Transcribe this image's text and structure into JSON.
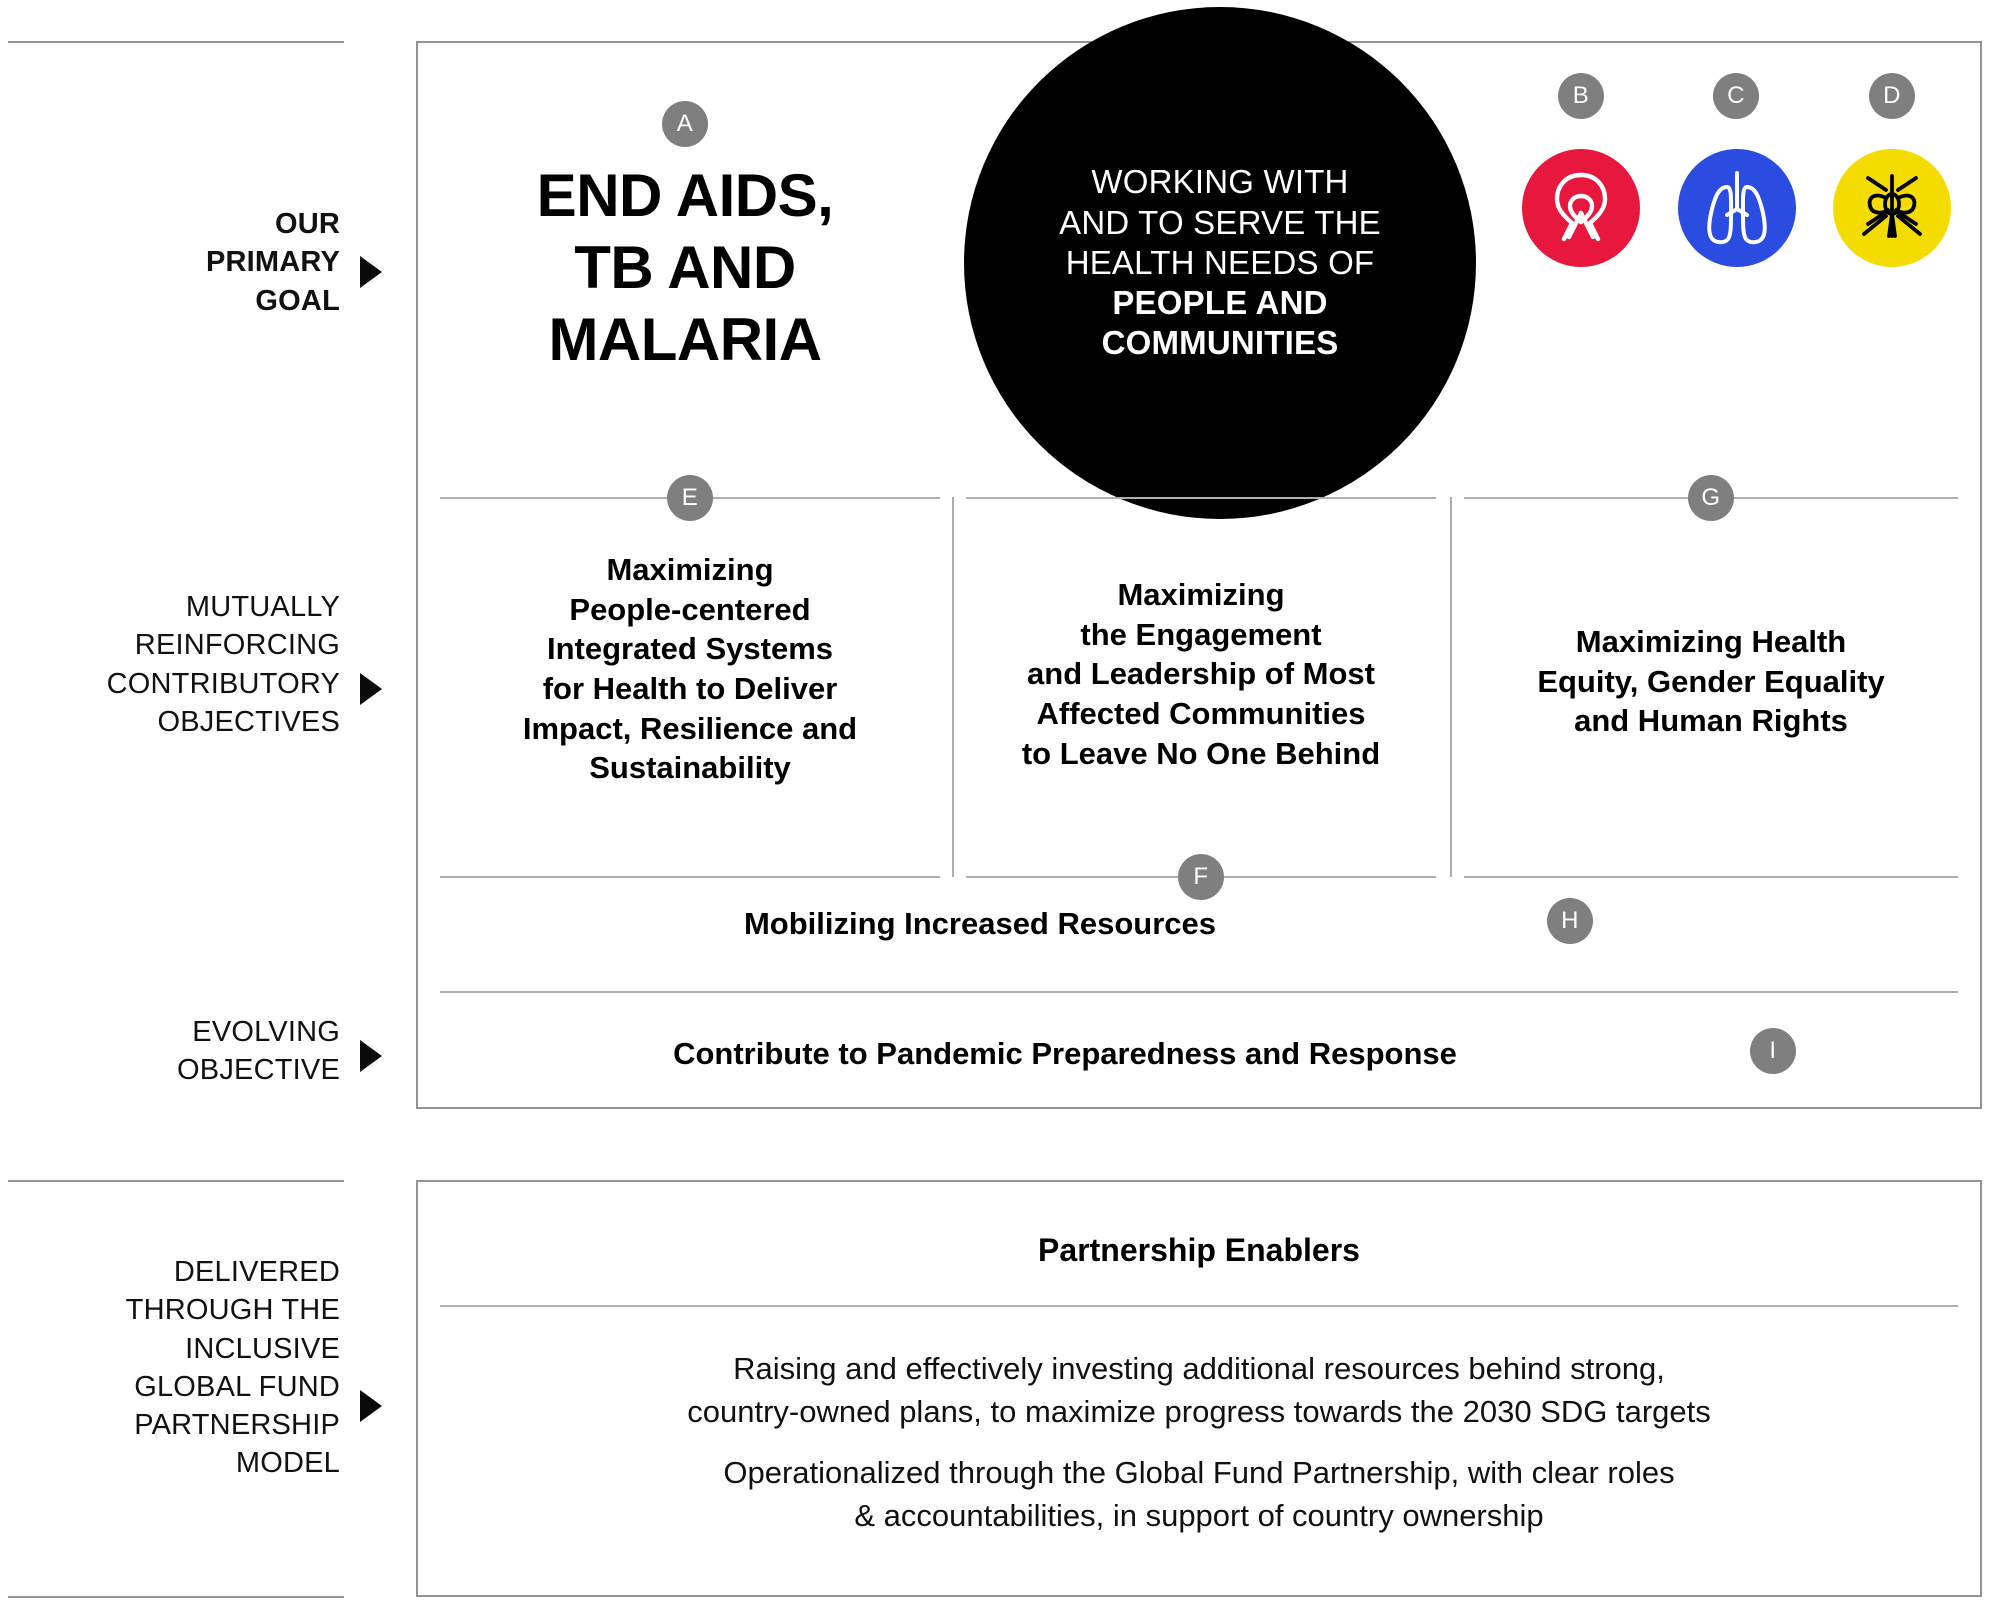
{
  "rows": {
    "primary_goal_label": [
      "OUR",
      "PRIMARY",
      "GOAL"
    ],
    "objectives_label": [
      "MUTUALLY",
      "REINFORCING",
      "CONTRIBUTORY",
      "OBJECTIVES"
    ],
    "evolving_label": [
      "EVOLVING",
      "OBJECTIVE"
    ],
    "delivered_label": [
      "DELIVERED",
      "THROUGH THE",
      "INCLUSIVE",
      "GLOBAL FUND",
      "PARTNERSHIP",
      "MODEL"
    ]
  },
  "goal": {
    "lines": [
      "END AIDS,",
      "TB AND",
      "MALARIA"
    ],
    "badge": "A"
  },
  "circle": {
    "lines": [
      "WORKING WITH",
      "AND TO SERVE THE",
      "HEALTH NEEDS OF"
    ],
    "strong_lines": [
      "PEOPLE AND",
      "COMMUNITIES"
    ],
    "background": "#000000"
  },
  "diseases": [
    {
      "badge": "B",
      "icon": "hiv-ribbon-icon",
      "label": "HIV/AIDS",
      "color": "#E8173D"
    },
    {
      "badge": "C",
      "icon": "lungs-icon",
      "label": "Tuberculosis",
      "color": "#2B4CE0"
    },
    {
      "badge": "D",
      "icon": "mosquito-icon",
      "label": "Malaria",
      "color": "#F5DC00"
    }
  ],
  "objectives": [
    {
      "badge": "E",
      "lines": [
        "Maximizing",
        "People-centered",
        "Integrated Systems",
        "for Health to Deliver",
        "Impact, Resilience and",
        "Sustainability"
      ]
    },
    {
      "badge": "F",
      "lines": [
        "Maximizing",
        "the Engagement",
        "and Leadership of Most",
        "Affected Communities",
        "to Leave No One Behind"
      ]
    },
    {
      "badge": "G",
      "lines": [
        "Maximizing Health",
        "Equity, Gender Equality",
        "and Human Rights"
      ]
    }
  ],
  "bands": [
    {
      "badge": "H",
      "text": "Mobilizing Increased Resources"
    },
    {
      "badge": "I",
      "text": "Contribute to Pandemic Preparedness and Response"
    }
  ],
  "enablers": {
    "title": "Partnership Enablers",
    "paragraphs": [
      [
        "Raising and effectively investing additional resources behind strong,",
        "country-owned plans, to maximize progress towards the 2030 SDG targets"
      ],
      [
        "Operationalized through the Global Fund Partnership, with clear roles",
        "& accountabilities, in support of country ownership"
      ]
    ]
  },
  "colors": {
    "badge_gray": "#7f7f7f",
    "frame_gray": "#939393",
    "rule_gray": "#aeaeae",
    "hiv_red": "#E8173D",
    "tb_blue": "#2B4CE0",
    "malaria_yellow": "#F5DC00"
  }
}
